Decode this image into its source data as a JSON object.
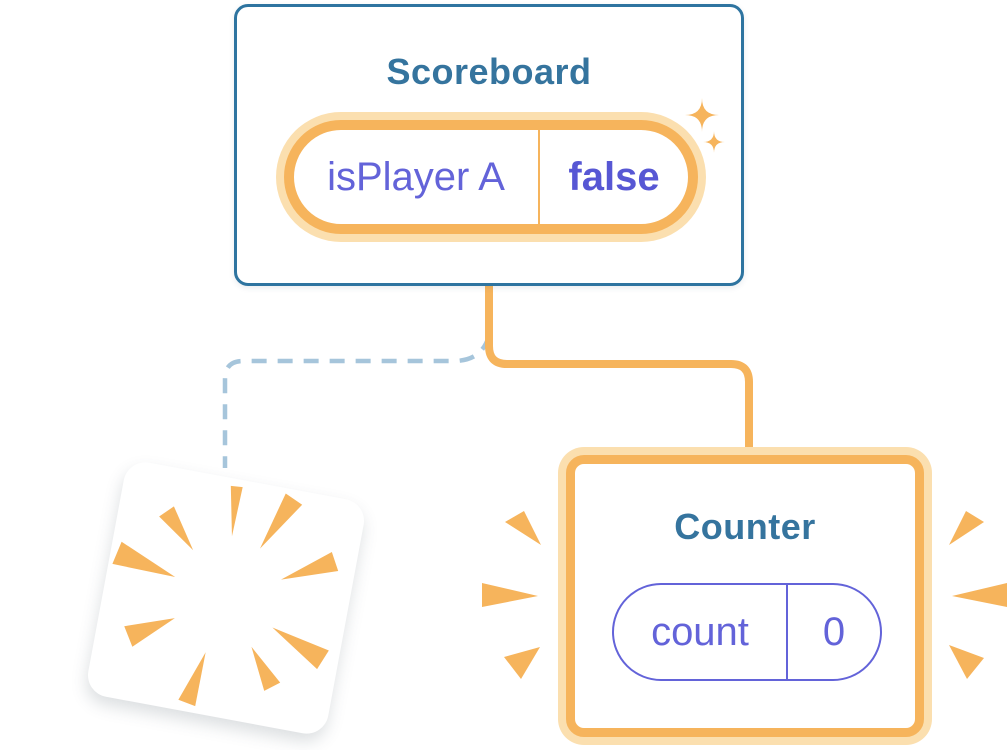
{
  "scoreboard": {
    "title": "Scoreboard",
    "state": {
      "name": "isPlayer A",
      "value": "false"
    }
  },
  "counter": {
    "title": "Counter",
    "state": {
      "name": "count",
      "value": "0"
    }
  },
  "destroyed_component": {
    "description": "removed component shown as blank tilted card with explosion burst"
  },
  "icons": {
    "sparkles": "sparkles-icon",
    "explosion": "explosion-burst-icon",
    "emphasis": "emphasis-burst-icon"
  },
  "colors": {
    "accent_orange": "#F6B45C",
    "orange_glow": "#FBDFAF",
    "card_border_blue": "#2E74A0",
    "title_blue": "#35749E",
    "state_purple": "#6363D9",
    "state_value_purple": "#5757D4",
    "dashed_blue": "#A6C5DB",
    "card_bg": "#FFFFFF",
    "page_bg": "#FFFFFF"
  }
}
